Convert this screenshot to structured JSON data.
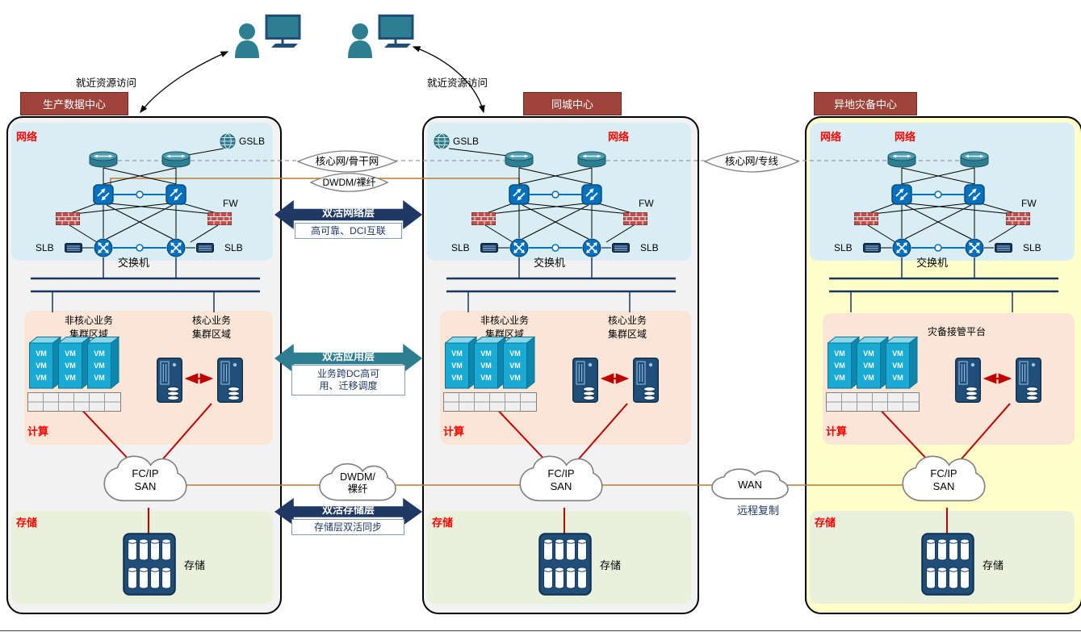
{
  "users": {
    "left_label": "就近资源访问",
    "right_label": "就近资源访问"
  },
  "links": {
    "backbone_left": "核心网/骨干网",
    "dwdm_top": "DWDM/裸纤",
    "backbone_right": "核心网/专线",
    "net_band": {
      "title": "双活网络层",
      "subtitle": "高可靠、DCI互联"
    },
    "app_band": {
      "title": "双活应用层",
      "subtitle": "业务跨DC高可\n用、迁移调度"
    },
    "storage_band": {
      "title": "双活存储层",
      "subtitle": "存储层双活同步"
    },
    "dwdm_cloud": "DWDM/\n裸纤",
    "wan_cloud": "WAN",
    "wan_subtitle": "远程复制"
  },
  "centers": [
    {
      "title": "生产数据中心",
      "network_label": "网络",
      "gslb_label": "GSLB",
      "fw_label": "FW",
      "slb_left": "SLB",
      "slb_right": "SLB",
      "switch_label": "交换机",
      "noncore_label": "非核心业务\n集群区域",
      "core_label": "核心业务\n集群区域",
      "vm_label": "VM",
      "compute_label": "计算",
      "san_label": "FC/IP\nSAN",
      "storage_label": "存储",
      "storage_device_label": "存储"
    },
    {
      "title": "同城中心",
      "network_label": "网络",
      "gslb_label": "GSLB",
      "fw_label": "FW",
      "slb_left": "SLB",
      "slb_right": "SLB",
      "switch_label": "交换机",
      "noncore_label": "非核心业务\n集群区域",
      "core_label": "核心业务\n集群区域",
      "vm_label": "VM",
      "compute_label": "计算",
      "san_label": "FC/IP\nSAN",
      "storage_label": "存储",
      "storage_device_label": "存储"
    },
    {
      "title": "异地灾备中心",
      "network_label": "网络",
      "network_label_2": "网络",
      "fw_label": "FW",
      "slb_left": "SLB",
      "slb_right": "SLB",
      "switch_label": "交换机",
      "platform_label": "灾备接管平台",
      "vm_label": "VM",
      "compute_label": "计算",
      "san_label": "FC/IP\nSAN",
      "storage_label": "存储",
      "storage_device_label": "存储"
    }
  ]
}
